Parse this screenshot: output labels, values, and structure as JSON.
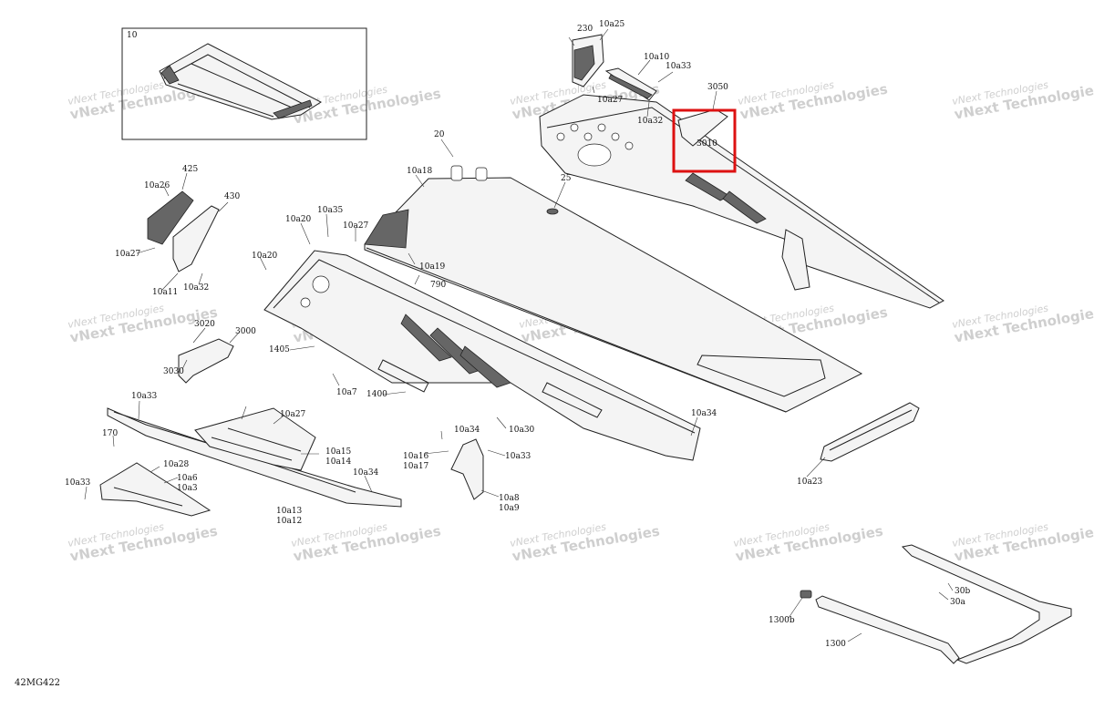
{
  "diagram": {
    "code": "42MG422",
    "highlight_label": "3010",
    "watermark": {
      "line1": "vNext Technologies",
      "line2": "vNext Technologies"
    },
    "labels": [
      "10",
      "230",
      "10a25",
      "10a10",
      "10a33",
      "10a27",
      "10a32",
      "3050",
      "3010",
      "20",
      "25",
      "10a18",
      "425",
      "430",
      "10a26",
      "10a27",
      "10a11",
      "10a32",
      "10a20",
      "10a35",
      "10a27",
      "10a19",
      "10a20",
      "790",
      "3020",
      "3000",
      "3030",
      "1405",
      "10a7",
      "1400",
      "10a30",
      "10a34",
      "10a34",
      "10a16",
      "10a17",
      "10a33",
      "10a8",
      "10a9",
      "10a33",
      "10a27",
      "10a15",
      "10a14",
      "10a34",
      "10a13",
      "10a12",
      "170",
      "10a28",
      "10a6",
      "10a3",
      "10a33",
      "10a23",
      "30b",
      "30a",
      "1300b",
      "1300"
    ]
  }
}
